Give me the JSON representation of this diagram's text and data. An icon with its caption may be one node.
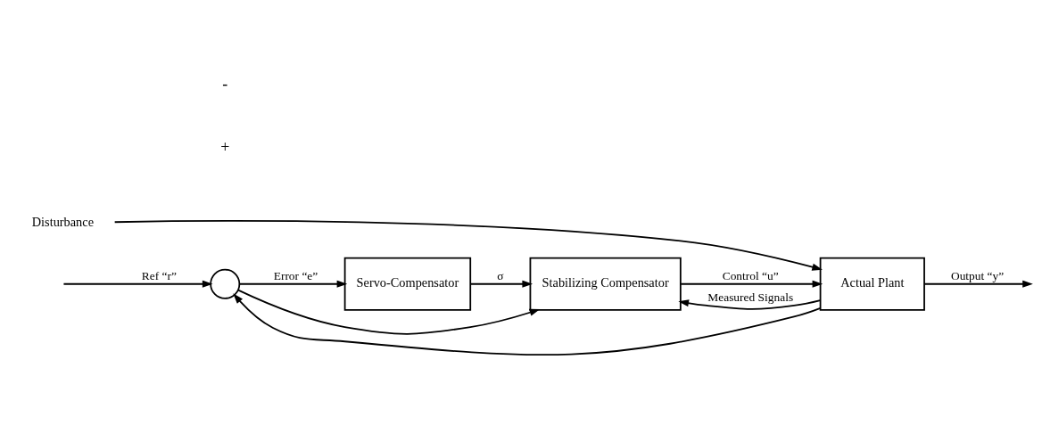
{
  "diagram": {
    "nodes": [
      {
        "text": [],
        "shape": "circle"
      },
      {
        "text": [
          "Servo-Compensator"
        ]
      },
      {
        "text": [
          "Stabilizing Compensator"
        ]
      },
      {
        "text": [
          "Actual Plant"
        ]
      },
      {
        "text": [
          "Disturbance"
        ]
      }
    ],
    "edges": [
      {
        "from": null,
        "to": 0,
        "arrow": "to",
        "label": "Ref “r”"
      },
      {
        "from": 0,
        "to": 1,
        "arrow": "to",
        "label": "Error “e”"
      },
      {
        "from": 1,
        "to": 2,
        "arrow": "to",
        "label": "σ"
      },
      {
        "from": 0,
        "to": 2,
        "arrow": "to"
      },
      {
        "from": 2,
        "to": 3,
        "arrow": "to",
        "label": "Control “u”"
      },
      {
        "from": 4,
        "to": 3,
        "arrow": "to"
      },
      {
        "from": 3,
        "to": null,
        "arrow": "to",
        "label": "Output “y”"
      },
      {
        "from": 3,
        "to": 2,
        "arrow": "to",
        "label": "Measured Signals"
      },
      {
        "from": 3,
        "to": 0,
        "arrow": "to"
      }
    ],
    "labels": [
      "+",
      "-"
    ]
  }
}
